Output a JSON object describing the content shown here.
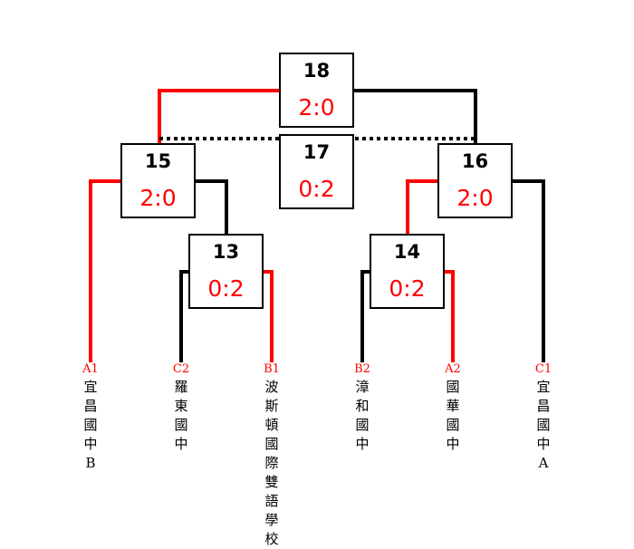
{
  "colors": {
    "winner": "#ff0000",
    "loser": "#000000",
    "score": "#ff0000"
  },
  "matches": [
    {
      "id": "18",
      "score": "2:0"
    },
    {
      "id": "17",
      "score": "0:2"
    },
    {
      "id": "15",
      "score": "2:0"
    },
    {
      "id": "16",
      "score": "2:0"
    },
    {
      "id": "13",
      "score": "0:2"
    },
    {
      "id": "14",
      "score": "0:2"
    }
  ],
  "teams": [
    {
      "code": "A1",
      "name": [
        "宜",
        "昌",
        "國",
        "中",
        "B"
      ]
    },
    {
      "code": "C2",
      "name": [
        "羅",
        "東",
        "國",
        "中"
      ]
    },
    {
      "code": "B1",
      "name": [
        "波",
        "斯",
        "頓",
        "國",
        "際",
        "雙",
        "語",
        "學",
        "校"
      ]
    },
    {
      "code": "B2",
      "name": [
        "漳",
        "和",
        "國",
        "中"
      ]
    },
    {
      "code": "A2",
      "name": [
        "國",
        "華",
        "國",
        "中"
      ]
    },
    {
      "code": "C1",
      "name": [
        "宜",
        "昌",
        "國",
        "中",
        "A"
      ]
    }
  ]
}
